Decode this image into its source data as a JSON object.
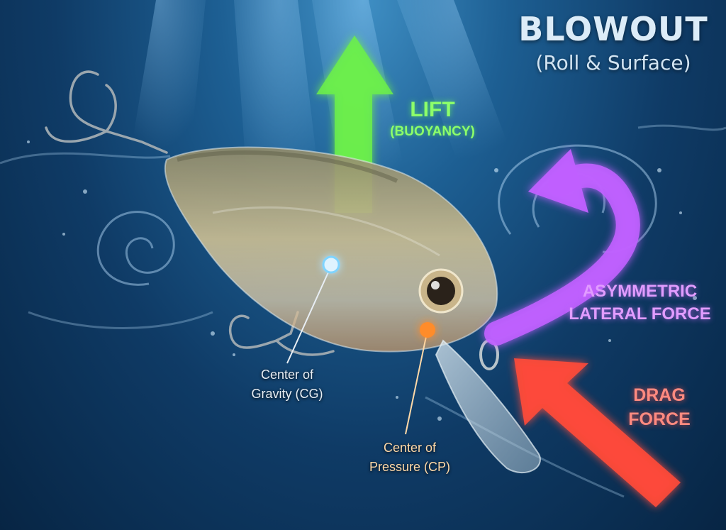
{
  "title": "BLOWOUT",
  "subtitle": "(Roll & Surface)",
  "labels": {
    "lift": "LIFT",
    "lift_sub": "(BUOYANCY)",
    "asym_line1": "ASYMMETRIC",
    "asym_line2": "LATERAL FORCE",
    "drag_line1": "DRAG",
    "drag_line2": "FORCE",
    "cg_line1": "Center of",
    "cg_line2": "Gravity (CG)",
    "cp_line1": "Center of",
    "cp_line2": "Pressure (CP)"
  },
  "colors": {
    "lift": "#6cf04a",
    "lateral": "#c060ff",
    "drag": "#ff4a3a",
    "cg_marker": "#7fd4ff",
    "cp_marker": "#ff8c2a",
    "water": "#0f3b66"
  }
}
